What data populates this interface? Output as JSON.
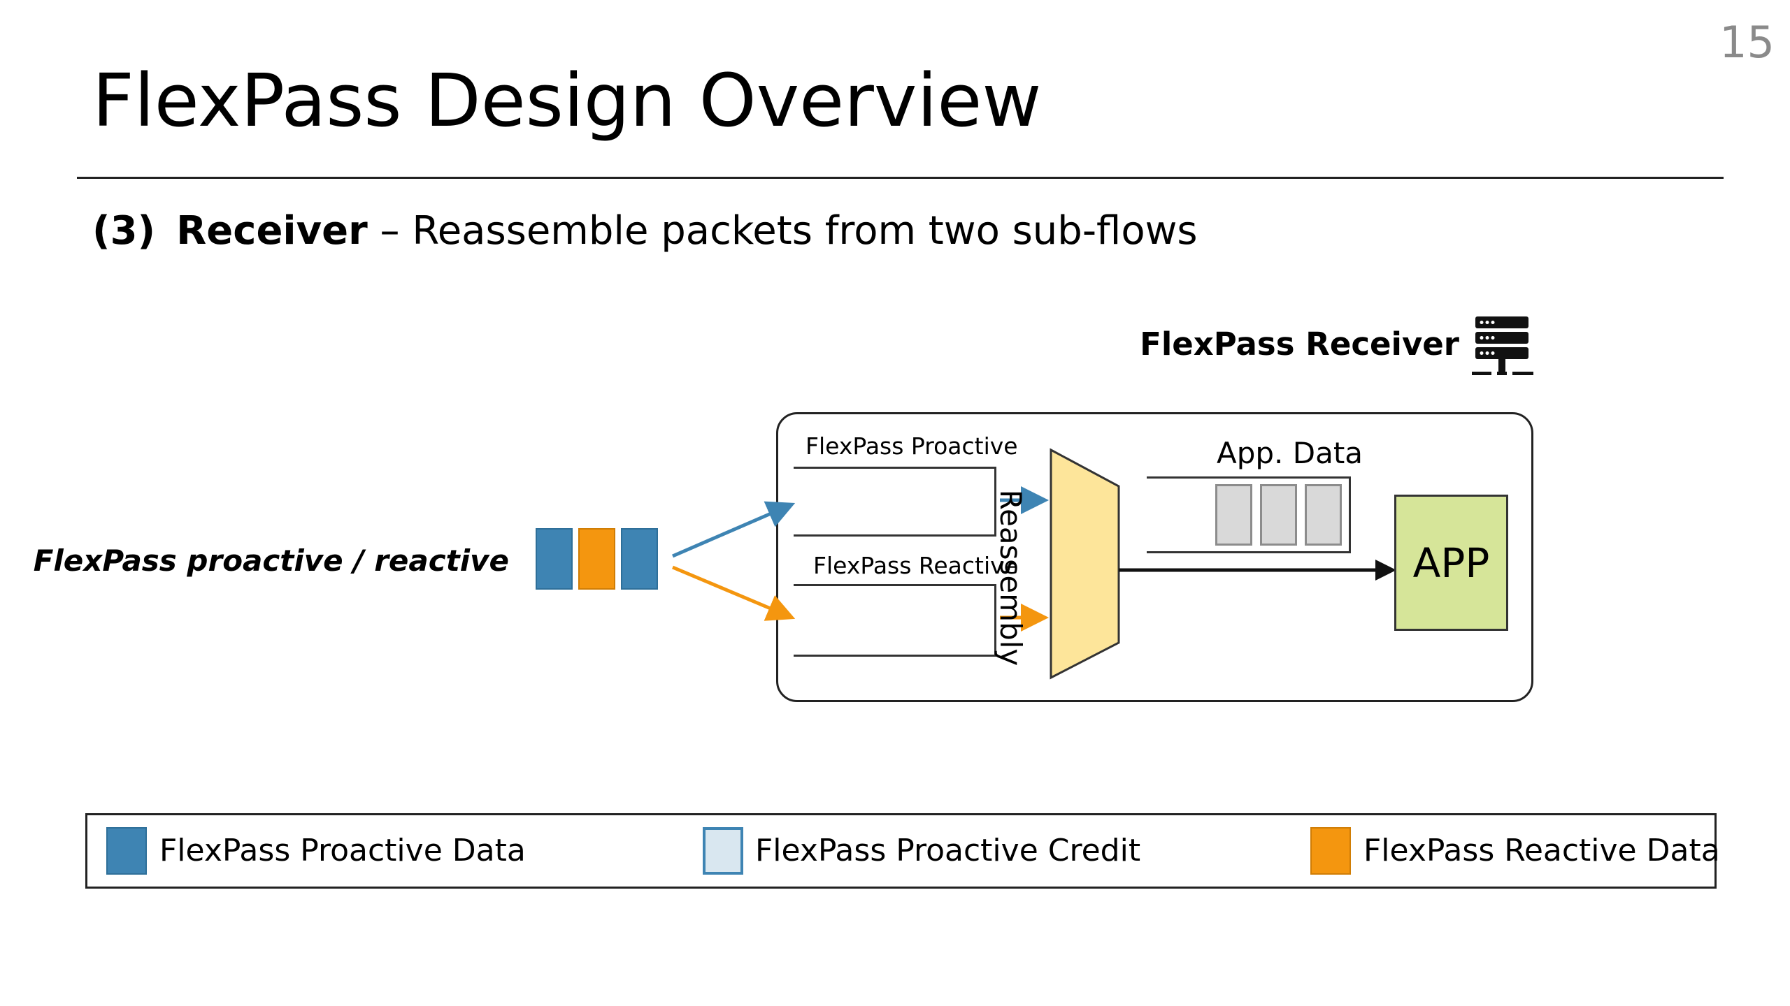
{
  "slide": {
    "title": "FlexPass Design Overview",
    "page_number": "15"
  },
  "subtitle": {
    "number": "(3)",
    "bold": "Receiver",
    "rest": " – Reassemble packets from two sub-flows"
  },
  "diagram": {
    "receiver_label": "FlexPass Receiver",
    "receiver_icon": "server-rack-icon",
    "mixed_flow_label": "FlexPass proactive / reactive",
    "incoming_packets": [
      "proactive",
      "reactive",
      "proactive"
    ],
    "proactive_queue_label": "FlexPass Proactive",
    "reactive_queue_label": "FlexPass Reactive",
    "reassembly_label": "Reassembly",
    "app_data_label": "App. Data",
    "app_data_cells": 3,
    "app_label": "APP"
  },
  "legend": {
    "items": [
      {
        "label": "FlexPass Proactive Data",
        "type": "proactive-data"
      },
      {
        "label": "FlexPass Proactive Credit",
        "type": "proactive-credit"
      },
      {
        "label": "FlexPass Reactive Data",
        "type": "reactive-data"
      }
    ]
  },
  "colors": {
    "proactive": "#3e84b3",
    "reactive": "#f4960f",
    "credit": "#d9e7f0",
    "reassembly": "#fde59a",
    "app": "#d6e599",
    "app_data_cell": "#d9d9d9"
  }
}
